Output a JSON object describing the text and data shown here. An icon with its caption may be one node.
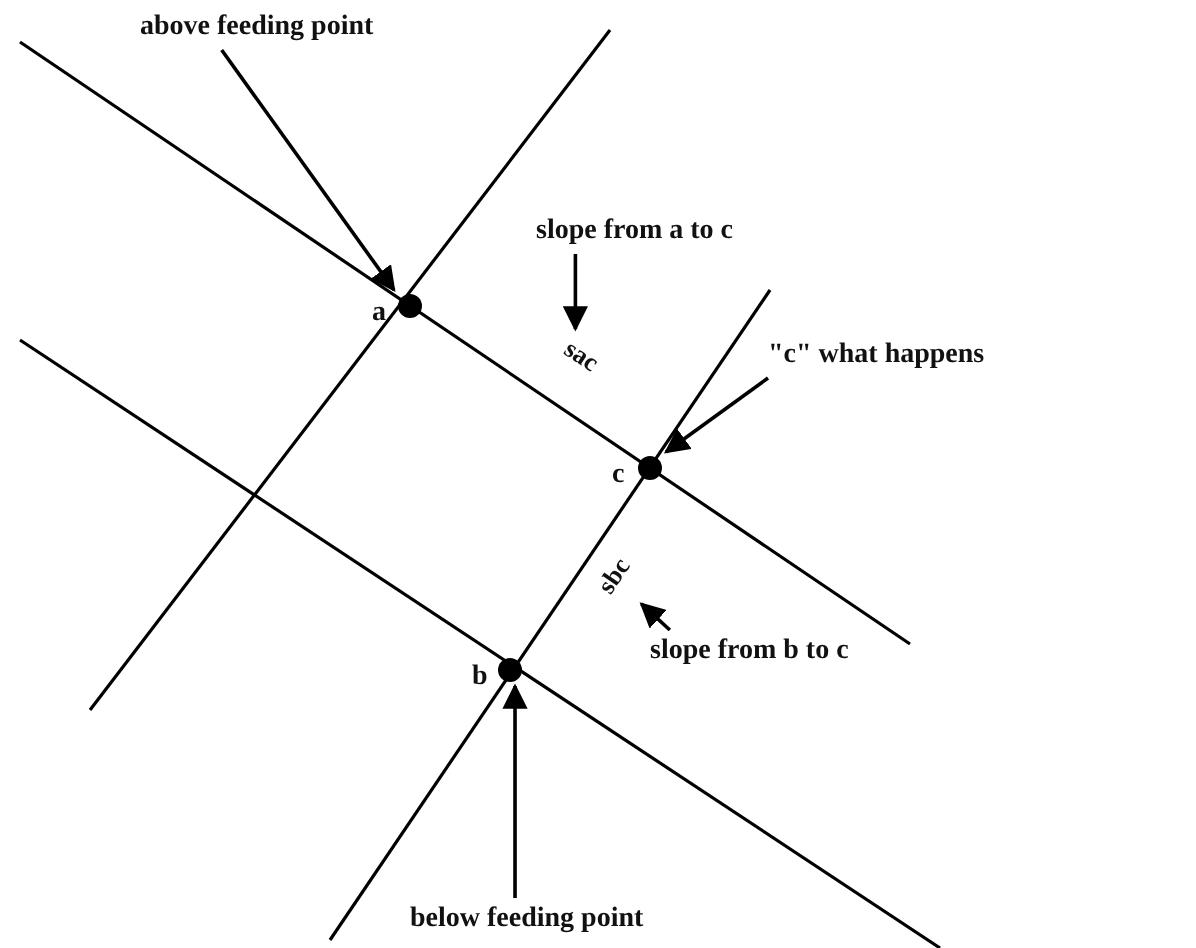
{
  "diagram": {
    "nodes": [
      {
        "text": [
          "above feeding point"
        ]
      },
      {
        "text": [
          "slope from a to c"
        ]
      },
      {
        "text": [],
        "shape": "circle",
        "beside": [
          "a"
        ]
      },
      {
        "text": [
          "sac"
        ]
      },
      {
        "text": [
          "\"c\" what happens"
        ]
      },
      {
        "text": [],
        "shape": "circle",
        "beside": [
          "c"
        ]
      },
      {
        "text": [
          "sbc"
        ]
      },
      {
        "text": [
          "slope from b to c"
        ]
      },
      {
        "text": [],
        "shape": "circle",
        "beside": [
          "b"
        ]
      },
      {
        "text": [
          "below feeding point"
        ]
      }
    ],
    "edges": [
      {
        "from": 0,
        "to": 2,
        "arrow": "to"
      },
      {
        "from": 1,
        "to": 3,
        "arrow": "to"
      },
      {
        "from": 4,
        "to": 5,
        "arrow": "to"
      },
      {
        "from": 7,
        "to": 6,
        "arrow": "to"
      },
      {
        "from": 9,
        "to": 8,
        "arrow": "to"
      }
    ]
  }
}
